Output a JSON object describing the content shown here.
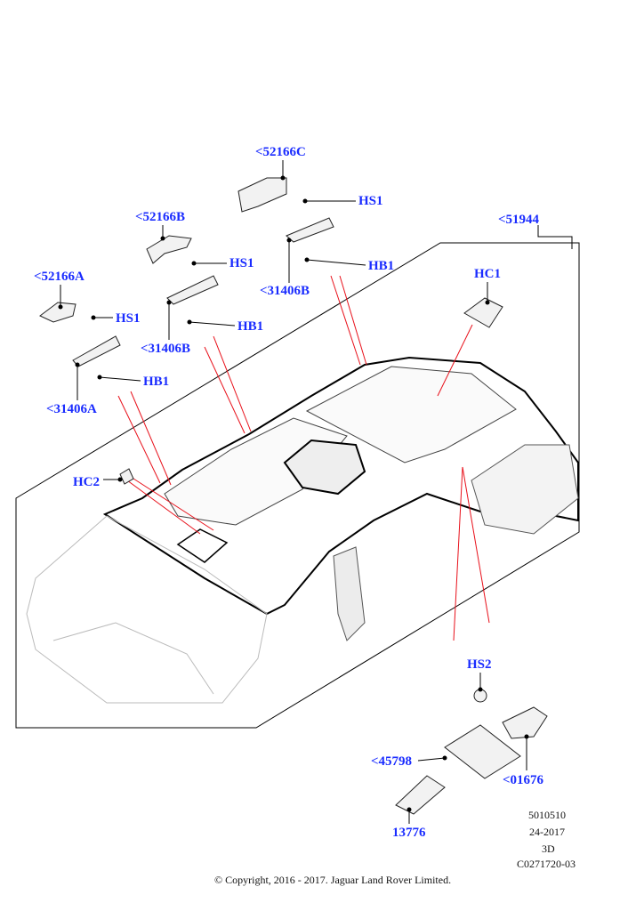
{
  "labels": {
    "p52166C": "<52166C",
    "hs1_a": "HS1",
    "p52166B": "<52166B",
    "hs1_b": "HS1",
    "p51944": "<51944",
    "p52166A": "<52166A",
    "hs1_c": "HS1",
    "hb1_a": "HB1",
    "hc1": "HC1",
    "p31406B_a": "<31406B",
    "p31406B_b": "<31406B",
    "hb1_b": "HB1",
    "hb1_c": "HB1",
    "p31406A": "<31406A",
    "hc2": "HC2",
    "hs2": "HS2",
    "p45798": "<45798",
    "p01676": "<01676",
    "p13776": "13776"
  },
  "footer": {
    "code": "5010510",
    "date": "24-2017",
    "view": "3D",
    "ref": "C0271720-03",
    "copyright": "© Copyright, 2016 - 2017. Jaguar Land Rover Limited."
  },
  "colors": {
    "label": "#1a2cff",
    "leader_red": "#e8101a"
  }
}
